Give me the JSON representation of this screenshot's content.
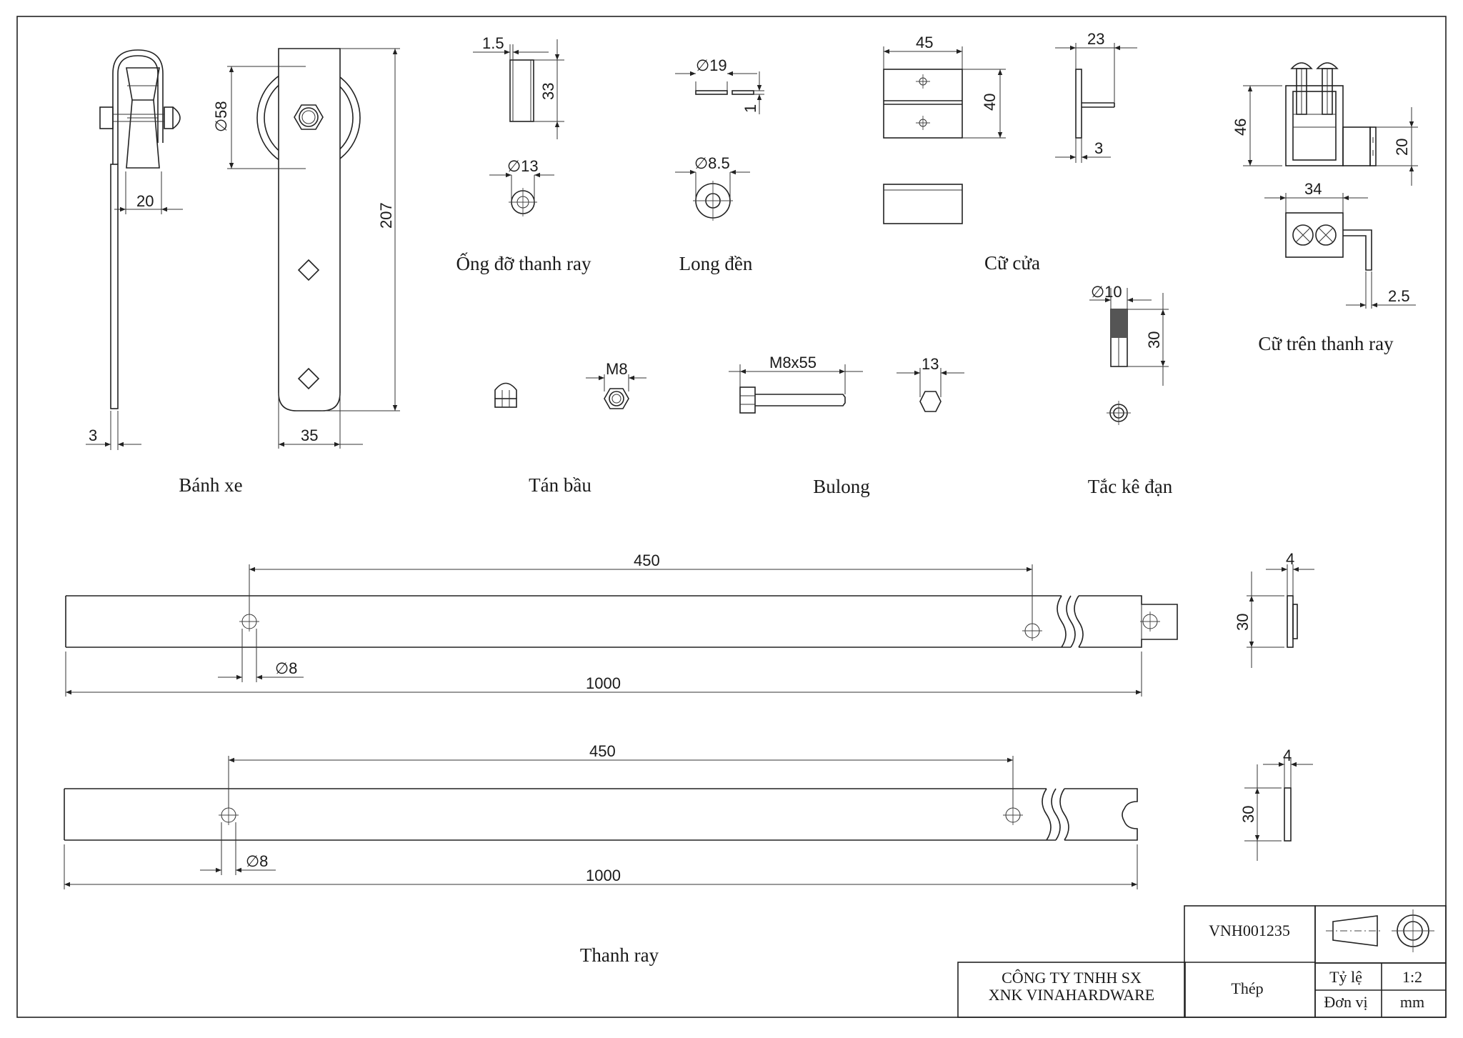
{
  "drawing": {
    "parts": {
      "banh_xe": {
        "caption": "Bánh xe",
        "dims": [
          "20",
          "3",
          "58",
          "207",
          "35"
        ]
      },
      "ong_do_thanh_ray": {
        "caption": "Ống đỡ thanh ray",
        "dims": [
          "1.5",
          "33",
          "13"
        ]
      },
      "long_den": {
        "caption": "Long đền",
        "dims": [
          "19",
          "1",
          "8.5"
        ]
      },
      "cu_cua": {
        "caption": "Cữ cửa",
        "dims": [
          "45",
          "40",
          "23",
          "3"
        ]
      },
      "cu_tren_thanh_ray": {
        "caption": "Cữ trên thanh ray",
        "dims": [
          "46",
          "20",
          "34",
          "2.5"
        ]
      },
      "tan_bau": {
        "caption": "Tán bầu",
        "dims": [
          "M8"
        ]
      },
      "bulong": {
        "caption": "Bulong",
        "dims": [
          "M8x55",
          "13"
        ]
      },
      "tac_ke_dan": {
        "caption": "Tắc kê đạn",
        "dims": [
          "10",
          "30"
        ]
      },
      "thanh_ray": {
        "caption": "Thanh ray",
        "rail_top": {
          "dims": [
            "450",
            "8",
            "1000",
            "4",
            "30"
          ]
        },
        "rail_bottom": {
          "dims": [
            "450",
            "8",
            "1000",
            "4",
            "30"
          ]
        }
      }
    },
    "diameter_symbol": "∅"
  },
  "title_block": {
    "drawing_number": "VNH001235",
    "company_line1": "CÔNG TY TNHH SX",
    "company_line2": "XNK VINAHARDWARE",
    "material": "Thép",
    "scale_label": "Tỷ lệ",
    "scale_value": "1:2",
    "unit_label": "Đơn vị",
    "unit_value": "mm"
  }
}
